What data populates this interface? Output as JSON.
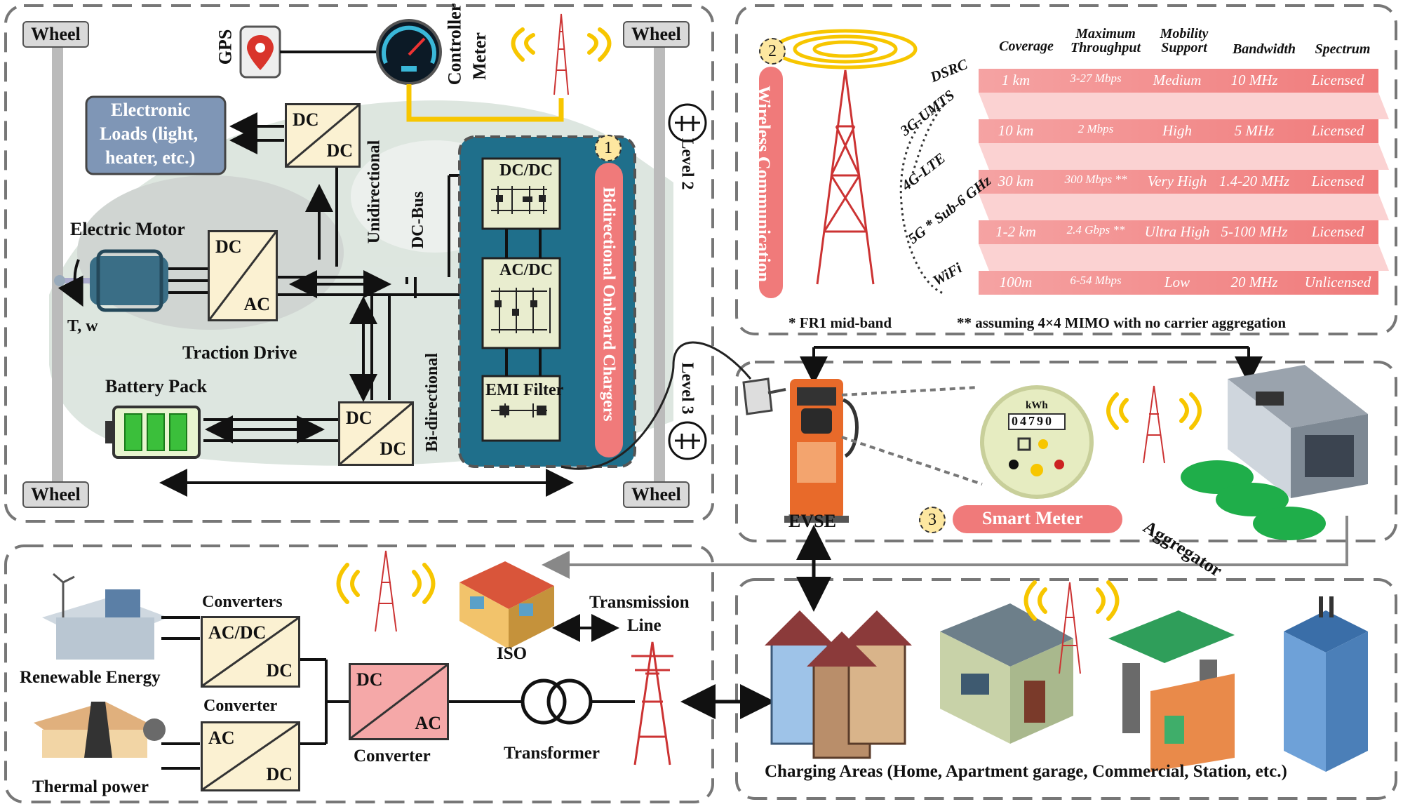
{
  "wheels": {
    "tl": "Wheel",
    "tr": "Wheel",
    "bl": "Wheel",
    "br": "Wheel"
  },
  "vehicle": {
    "gps": "GPS",
    "controller_meter": [
      "Controller",
      "Meter"
    ],
    "electronic_loads": [
      "Electronic",
      "Loads (light,",
      "heater, etc.)"
    ],
    "dc_dc_top": {
      "a": "DC",
      "b": "DC"
    },
    "unidirectional": "Unidirectional",
    "dc_bus": "DC-Bus",
    "electric_motor": "Electric Motor",
    "torque": "T, w",
    "traction_drive": {
      "a": "DC",
      "b": "AC",
      "label": "Traction Drive"
    },
    "battery_pack": "Battery Pack",
    "dc_dc_bottom": {
      "a": "DC",
      "b": "DC"
    },
    "bidirectional": "Bi-directional",
    "obc": {
      "badge": "1",
      "title": "Bidirectional Onboard Chargers",
      "dcdc": "DC/DC",
      "acdc": "AC/DC",
      "emi": "EMI Filter"
    },
    "level2": "Level 2",
    "level3": "Level 3"
  },
  "wireless": {
    "badge": "2",
    "title": "Wireless Communication",
    "headers": [
      "Coverage",
      "Maximum Throughput",
      "Mobility Support",
      "Bandwidth",
      "Spectrum"
    ],
    "rows": [
      {
        "name": "DSRC",
        "cells": [
          "1 km",
          "3-27 Mbps",
          "Medium",
          "10 MHz",
          "Licensed"
        ]
      },
      {
        "name": "3G-UMTS",
        "cells": [
          "10 km",
          "2 Mbps",
          "High",
          "5 MHz",
          "Licensed"
        ]
      },
      {
        "name": "4G-LTE",
        "cells": [
          "30 km",
          "300 Mbps **",
          "Very High",
          "1.4-20 MHz",
          "Licensed"
        ]
      },
      {
        "name": "5G * Sub-6 GHz",
        "cells": [
          "1-2 km",
          "2.4 Gbps **",
          "Ultra High",
          "5-100 MHz",
          "Licensed"
        ]
      },
      {
        "name": "WiFi",
        "cells": [
          "100m",
          "6-54 Mbps",
          "Low",
          "20 MHz",
          "Unlicensed"
        ]
      }
    ],
    "footnote1": "*   FR1 mid-band",
    "footnote2": "** assuming 4×4 MIMO with no carrier aggregation"
  },
  "evse": {
    "label": "EVSE",
    "smart_meter": "Smart Meter",
    "meter_badge": "3",
    "meter_unit": "kWh",
    "meter_reading": "04790",
    "aggregator": "Aggregator"
  },
  "grid": {
    "converters": "Converters",
    "acdc": {
      "a": "AC/DC",
      "b": "DC"
    },
    "renewable": "Renewable Energy",
    "converter_top": "Converter",
    "acdc2": {
      "a": "AC",
      "b": "DC"
    },
    "thermal": "Thermal power",
    "dcac": {
      "a": "DC",
      "b": "AC"
    },
    "converter_bottom": "Converter",
    "transformer": "Transformer",
    "iso": "ISO",
    "transmission": [
      "Transmission",
      "Line"
    ]
  },
  "charging_areas": "Charging Areas (Home, Apartment garage, Commercial, Station, etc.)",
  "colors": {
    "accent_red": "#f07a7a",
    "panel_teal": "#1f6f8b",
    "converter_fill": "#fbf1d2",
    "signal_yellow": "#f7c600"
  }
}
